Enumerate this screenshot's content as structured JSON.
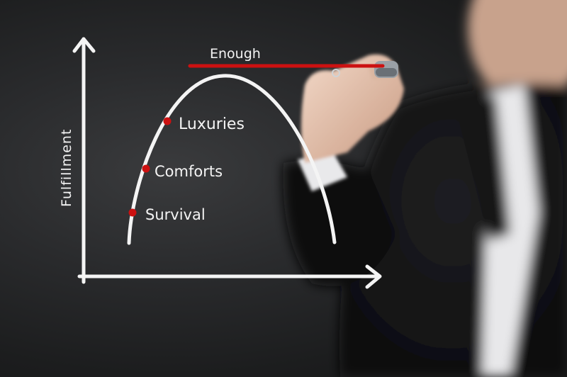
{
  "diagram": {
    "y_axis_label": "Fulfillment",
    "enough_label": "Enough",
    "stages": [
      {
        "label": "Luxuries"
      },
      {
        "label": "Comforts"
      },
      {
        "label": "Survival"
      }
    ]
  },
  "colors": {
    "background": "#2a2b2d",
    "chalk": "#f4f4f4",
    "accent": "#cc1111"
  }
}
